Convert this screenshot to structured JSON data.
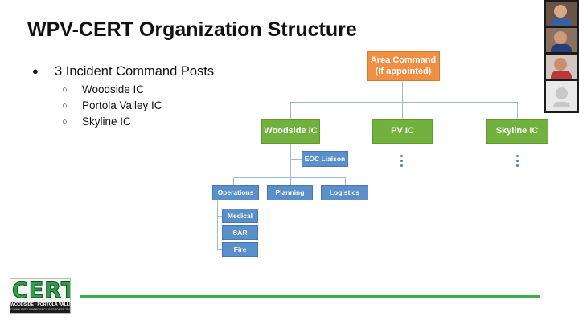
{
  "slide": {
    "title": "WPV-CERT Organization Structure",
    "bullet_main": "3 Incident Command Posts",
    "bullet_subs": [
      "Woodside IC",
      "Portola Valley IC",
      "Skyline IC"
    ]
  },
  "org_chart": {
    "area_command_line1": "Area Command",
    "area_command_line2": "(If appointed)",
    "level1": [
      "Woodside IC",
      "PV IC",
      "Skyline IC"
    ],
    "liaison": "EOC Liaison",
    "sections": [
      "Operations",
      "Planning",
      "Logistics"
    ],
    "operations_units": [
      "Medical",
      "SAR",
      "Fire"
    ]
  },
  "logo": {
    "word": "CERT",
    "line1": "WOODSIDE · PORTOLA VALLEY",
    "line2": "COMMUNITY EMERGENCY RESPONSE TEAM"
  },
  "colors": {
    "area_command": "#ee8f44",
    "incident_command": "#72b13e",
    "section": "#5b8fc9",
    "accent_rule": "#3fae49"
  }
}
